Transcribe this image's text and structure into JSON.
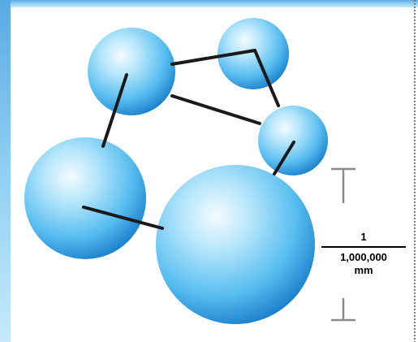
{
  "scale_label": {
    "numerator": "1",
    "denominator": "1,000,000",
    "unit": "mm"
  },
  "colors": {
    "sphere_light": "#eaf8ff",
    "sphere_mid": "#7fd3f6",
    "sphere_dark": "#1f86d0",
    "frame_blue": "#67b6ea",
    "bond": "#1a1a1a",
    "scale_bar": "#888888"
  }
}
